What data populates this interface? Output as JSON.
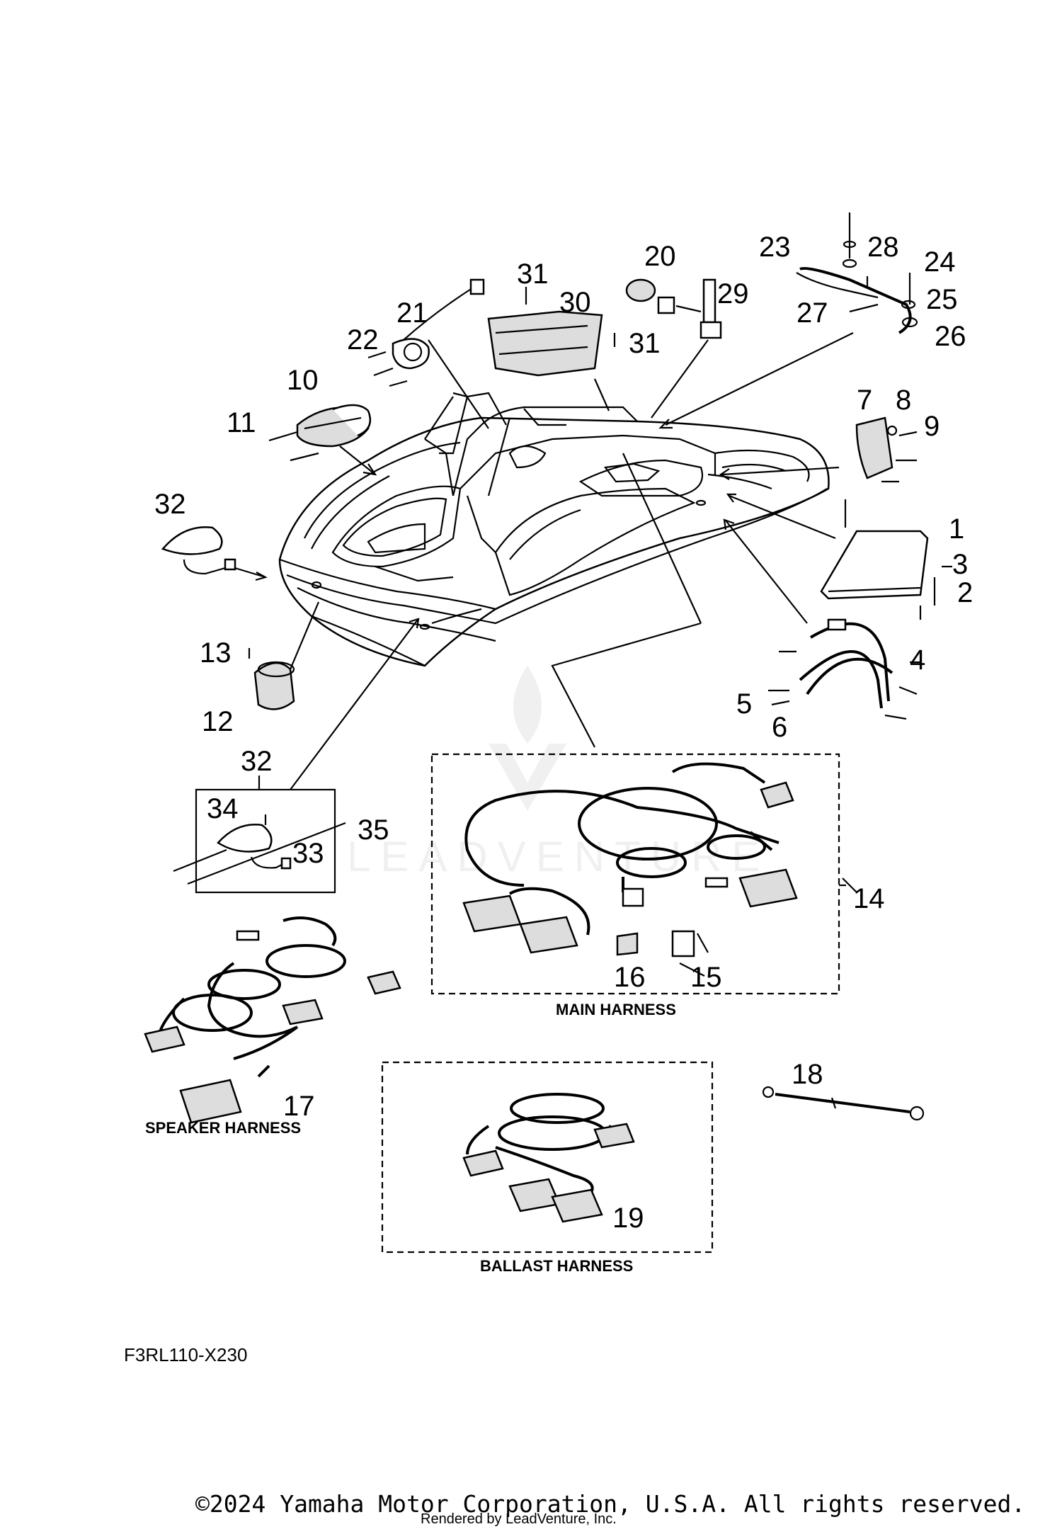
{
  "diagram": {
    "callouts": [
      "1",
      "2",
      "3",
      "4",
      "5",
      "6",
      "7",
      "8",
      "9",
      "10",
      "11",
      "12",
      "13",
      "14",
      "15",
      "16",
      "17",
      "18",
      "19",
      "20",
      "21",
      "22",
      "23",
      "24",
      "25",
      "26",
      "27",
      "28",
      "29",
      "30",
      "31",
      "31",
      "32",
      "32",
      "33",
      "34",
      "35"
    ],
    "section_labels": {
      "main_harness": "MAIN HARNESS",
      "speaker_harness": "SPEAKER HARNESS",
      "ballast_harness": "BALLAST HARNESS"
    },
    "diagram_code": "F3RL110-X230",
    "watermark": "LEADVENTURE"
  },
  "footer": {
    "copyright": "©2024 Yamaha Motor Corporation, U.S.A. All rights reserved.",
    "rendered_by": "Rendered by LeadVenture, Inc."
  }
}
